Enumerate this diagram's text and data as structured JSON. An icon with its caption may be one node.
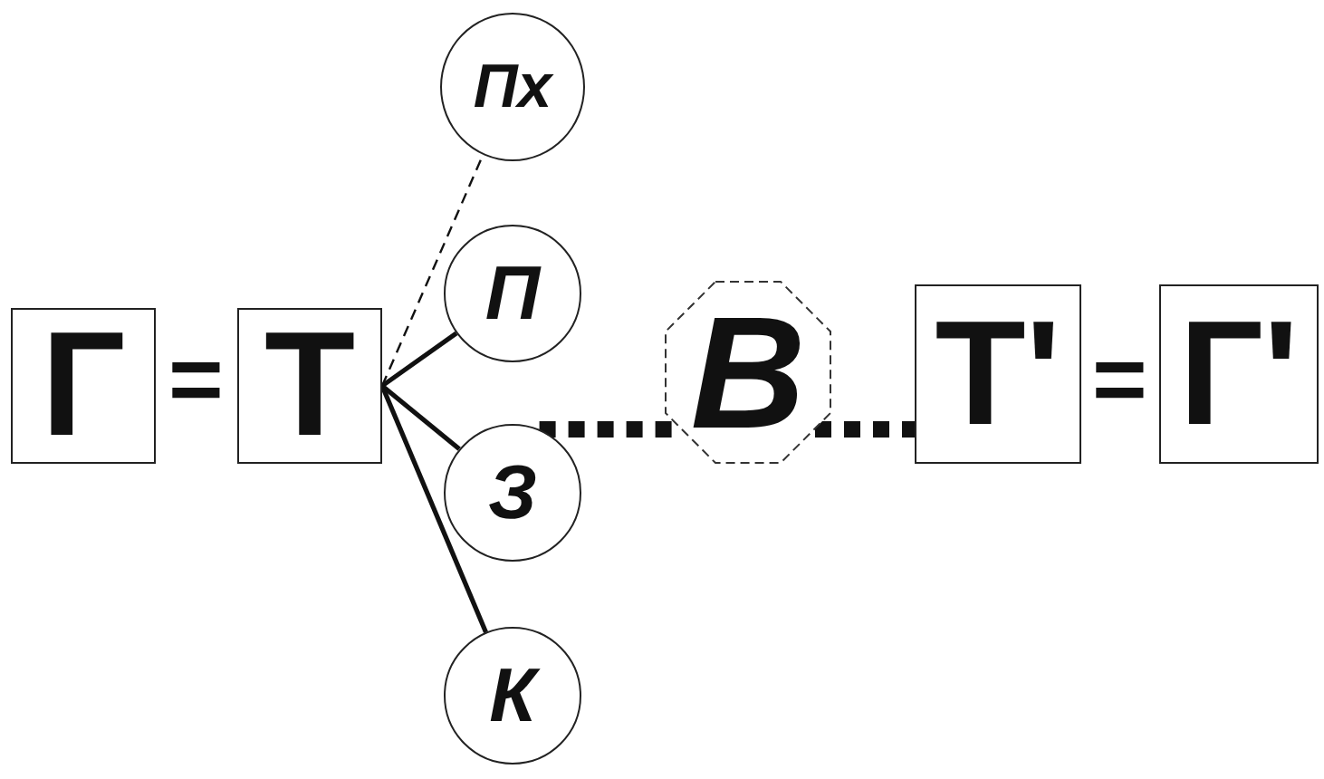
{
  "diagram": {
    "nodes": [
      {
        "text": [
          "Г"
        ]
      },
      {
        "text": [
          "Т"
        ]
      },
      {
        "text": [
          "Пх"
        ]
      },
      {
        "text": [
          "П"
        ]
      },
      {
        "text": [
          "З"
        ]
      },
      {
        "text": [
          "К"
        ]
      },
      {
        "text": [
          "В"
        ]
      },
      {
        "text": [
          "Т'"
        ]
      },
      {
        "text": [
          "Г'"
        ]
      }
    ],
    "edges": [
      {
        "from": 1,
        "to": 2,
        "arrow": "none",
        "style": "dashed"
      },
      {
        "from": 1,
        "to": 3,
        "arrow": "none"
      },
      {
        "from": 1,
        "to": 4,
        "arrow": "none"
      },
      {
        "from": 1,
        "to": 5,
        "arrow": "none"
      },
      {
        "from": 4,
        "to": 6,
        "arrow": "none",
        "style": "dashed"
      },
      {
        "from": 6,
        "to": 7,
        "arrow": "none",
        "style": "dashed"
      }
    ],
    "labels": [
      "=",
      "="
    ]
  }
}
